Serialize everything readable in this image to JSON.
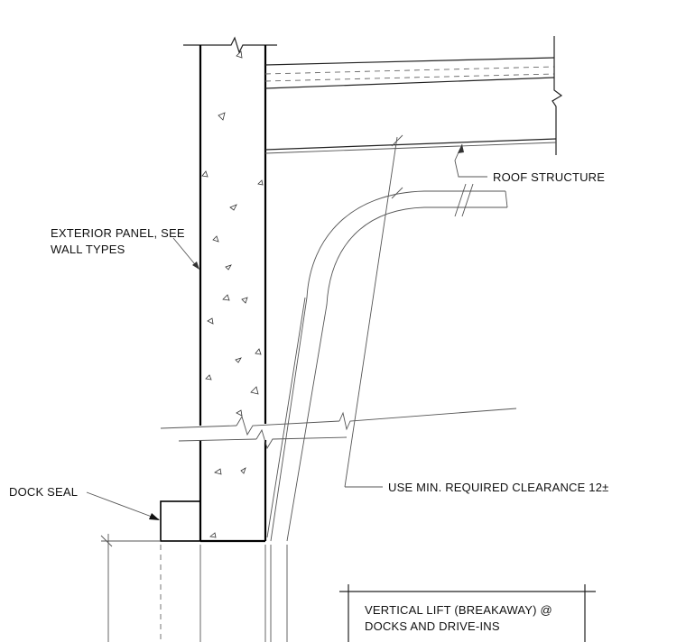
{
  "labels": {
    "roof_structure": "ROOF STRUCTURE",
    "exterior_panel_line1": "EXTERIOR PANEL, SEE",
    "exterior_panel_line2": "WALL TYPES",
    "dock_seal": "DOCK SEAL",
    "clearance": "USE MIN. REQUIRED CLEARANCE 12±"
  },
  "title_block": {
    "line1": "VERTICAL LIFT (BREAKAWAY) @",
    "line2": "DOCKS AND DRIVE-INS"
  }
}
